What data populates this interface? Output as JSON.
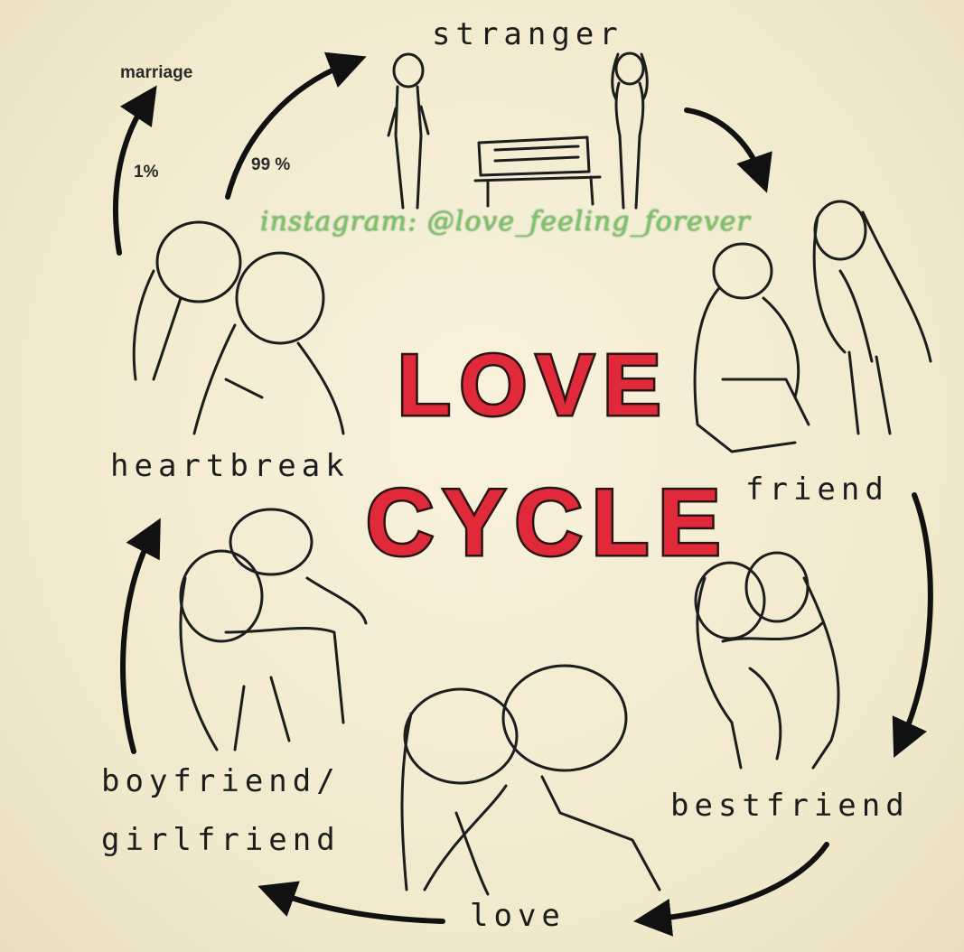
{
  "diagram": {
    "title_line1": "LOVE",
    "title_line2": "CYCLE",
    "stages": {
      "stranger": "stranger",
      "friend": "friend",
      "bestfriend": "bestfriend",
      "love": "love",
      "bf_gf_line1": "boyfriend/",
      "bf_gf_line2": "girlfriend",
      "heartbreak": "heartbreak",
      "marriage": "marriage"
    },
    "percentages": {
      "marriage": "1%",
      "cycle_back": "99 %"
    },
    "watermark": "instagram: @love_feeling_forever",
    "colors": {
      "title": "#e02a3a",
      "ink": "#1c1c1c",
      "watermark": "#7cc46a",
      "paper": "#f3ecd3"
    }
  }
}
